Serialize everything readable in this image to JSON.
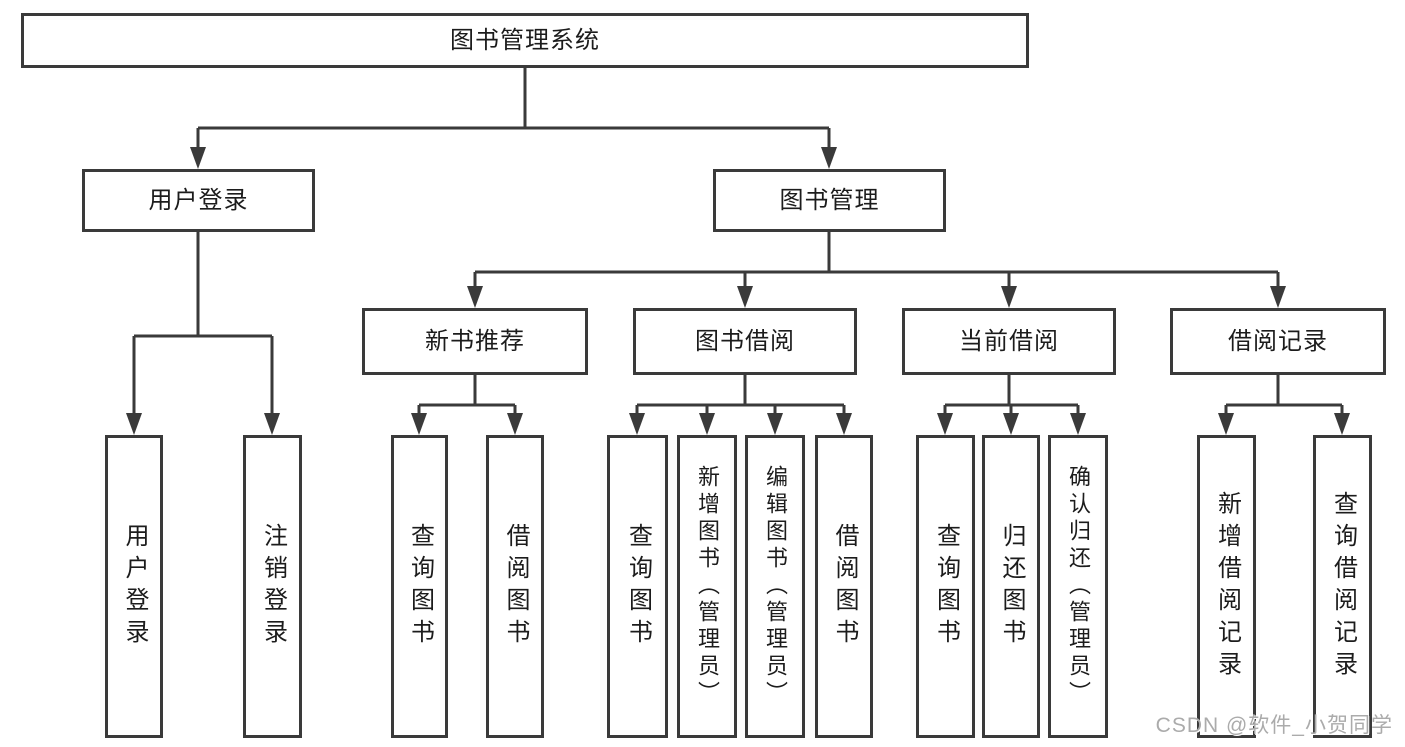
{
  "diagram": {
    "root": "图书管理系统",
    "level2": {
      "user_login": "用户登录",
      "book_mgmt": "图书管理"
    },
    "level3": {
      "new_books": "新书推荐",
      "borrowing": "图书借阅",
      "current": "当前借阅",
      "records": "借阅记录"
    },
    "leaves": {
      "user_login": [
        "用户登录",
        "注销登录"
      ],
      "new_books": [
        "查询图书",
        "借阅图书"
      ],
      "borrowing": [
        "查询图书",
        "新增图书（管理员）",
        "编辑图书（管理员）",
        "借阅图书"
      ],
      "current": [
        "查询图书",
        "归还图书",
        "确认归还（管理员）"
      ],
      "records": [
        "新增借阅记录",
        "查询借阅记录"
      ]
    }
  },
  "watermark": "CSDN @软件_小贺同学",
  "colors": {
    "line": "#3a3a3a",
    "text": "#1c1c1c",
    "watermark": "#ababab",
    "background": "#ffffff"
  }
}
